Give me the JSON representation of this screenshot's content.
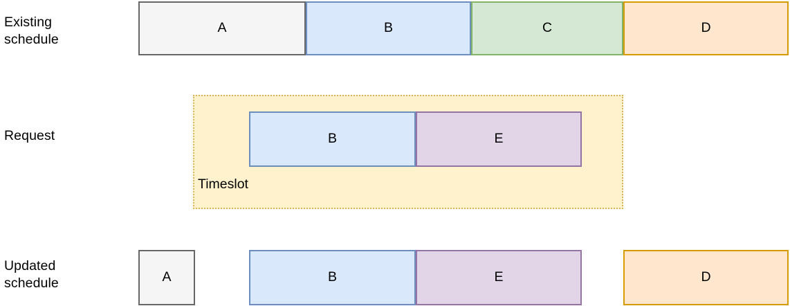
{
  "diagram": {
    "title_rows": [
      {
        "id": "existing",
        "label": "Existing\nschedule"
      },
      {
        "id": "request",
        "label": "Request"
      },
      {
        "id": "updated",
        "label": "Updated\nschedule"
      }
    ],
    "timeslot": {
      "label": "Timeslot"
    },
    "existing_schedule": {
      "blocks": [
        {
          "name": "A",
          "style": "gray"
        },
        {
          "name": "B",
          "style": "blue"
        },
        {
          "name": "C",
          "style": "green"
        },
        {
          "name": "D",
          "style": "orange"
        }
      ]
    },
    "request": {
      "blocks": [
        {
          "name": "B",
          "style": "blue"
        },
        {
          "name": "E",
          "style": "purple"
        }
      ]
    },
    "updated_schedule": {
      "blocks": [
        {
          "name": "A",
          "style": "gray"
        },
        {
          "name": "B",
          "style": "blue"
        },
        {
          "name": "E",
          "style": "purple"
        },
        {
          "name": "D",
          "style": "orange"
        }
      ]
    },
    "colors": {
      "gray_fill": "#f5f5f5",
      "gray_stroke": "#666666",
      "blue_fill": "#dae8fc",
      "blue_stroke": "#6c8ebf",
      "green_fill": "#d5e8d4",
      "green_stroke": "#82b366",
      "orange_fill": "#ffe6cc",
      "orange_stroke": "#d79b00",
      "purple_fill": "#e1d5e7",
      "purple_stroke": "#9673a6",
      "timeslot_fill": "#fff2cc",
      "timeslot_stroke": "#d6b656",
      "background": "#ffffff"
    }
  }
}
